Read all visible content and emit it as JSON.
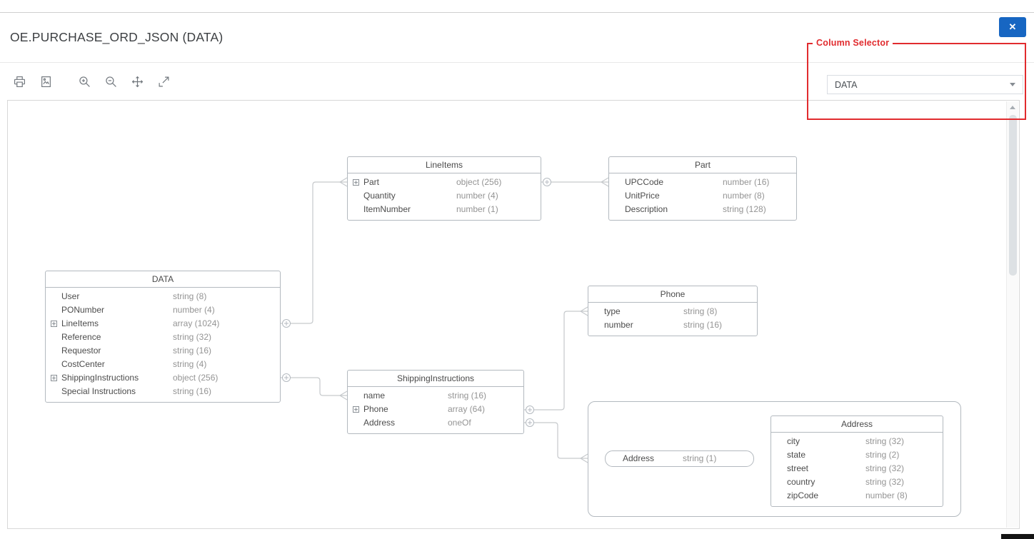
{
  "header": {
    "title": "OE.PURCHASE_ORD_JSON (DATA)",
    "close_label": "✕"
  },
  "annotation": {
    "label": "Column Selector",
    "color": "#e12b2e"
  },
  "column_selector": {
    "value": "DATA"
  },
  "toolbar": {
    "icons": [
      "print",
      "export-image",
      "zoom-in",
      "zoom-out",
      "pan",
      "fullscreen"
    ]
  },
  "diagram": {
    "entities": [
      {
        "name": "DATA",
        "rows": [
          {
            "name": "User",
            "type": "string (8)"
          },
          {
            "name": "PONumber",
            "type": "number (4)"
          },
          {
            "name": "LineItems",
            "type": "array (1024)",
            "expandable": true
          },
          {
            "name": "Reference",
            "type": "string (32)"
          },
          {
            "name": "Requestor",
            "type": "string (16)"
          },
          {
            "name": "CostCenter",
            "type": "string (4)"
          },
          {
            "name": "ShippingInstructions",
            "type": "object (256)",
            "expandable": true
          },
          {
            "name": "Special Instructions",
            "type": "string (16)"
          }
        ]
      },
      {
        "name": "LineItems",
        "rows": [
          {
            "name": "Part",
            "type": "object (256)",
            "expandable": true
          },
          {
            "name": "Quantity",
            "type": "number (4)"
          },
          {
            "name": "ItemNumber",
            "type": "number (1)"
          }
        ]
      },
      {
        "name": "Part",
        "rows": [
          {
            "name": "UPCCode",
            "type": "number (16)"
          },
          {
            "name": "UnitPrice",
            "type": "number (8)"
          },
          {
            "name": "Description",
            "type": "string (128)"
          }
        ]
      },
      {
        "name": "Phone",
        "rows": [
          {
            "name": "type",
            "type": "string (8)"
          },
          {
            "name": "number",
            "type": "string (16)"
          }
        ]
      },
      {
        "name": "ShippingInstructions",
        "rows": [
          {
            "name": "name",
            "type": "string (16)"
          },
          {
            "name": "Phone",
            "type": "array (64)",
            "expandable": true
          },
          {
            "name": "Address",
            "type": "oneOf"
          }
        ]
      },
      {
        "name": "Address",
        "rows": [
          {
            "name": "city",
            "type": "string (32)"
          },
          {
            "name": "state",
            "type": "string (2)"
          },
          {
            "name": "street",
            "type": "string (32)"
          },
          {
            "name": "country",
            "type": "string (32)"
          },
          {
            "name": "zipCode",
            "type": "number (8)"
          }
        ]
      }
    ],
    "pill": {
      "name": "Address",
      "type": "string (1)"
    }
  }
}
